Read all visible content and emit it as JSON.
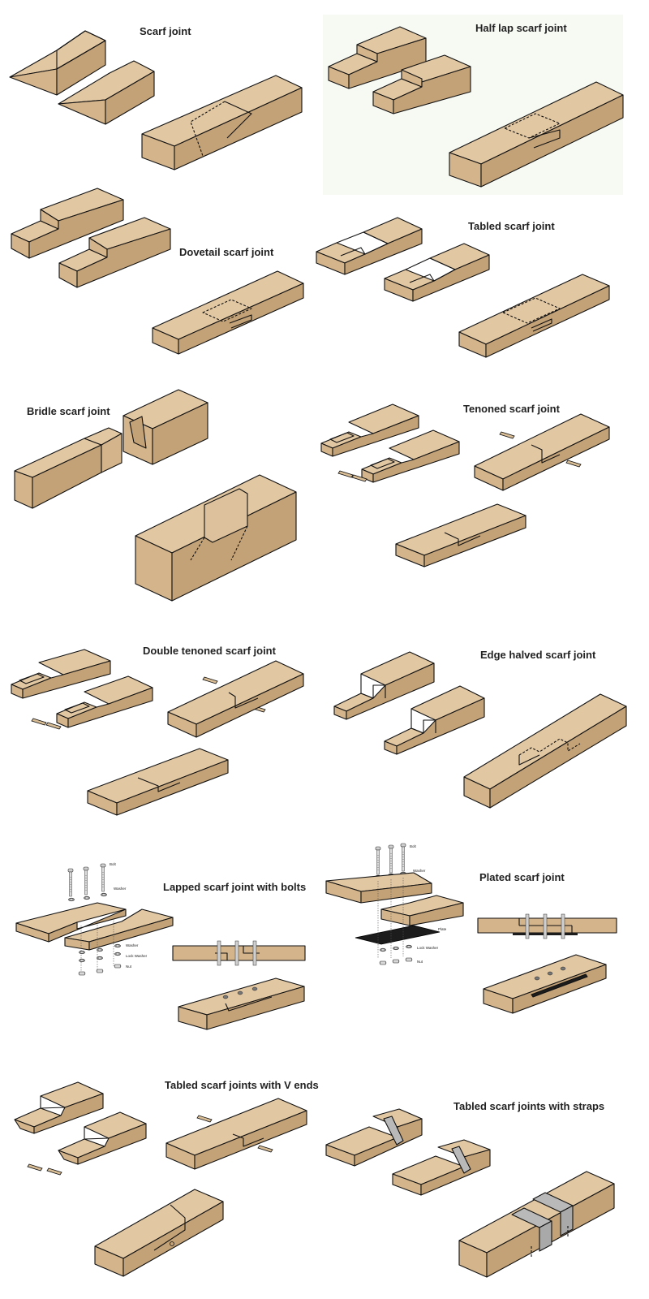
{
  "colors": {
    "wood_top": "#e2c7a3",
    "wood_front": "#d3b48b",
    "wood_side": "#c4a277",
    "strap": "#b9b9b9",
    "plate": "#1c1c1c",
    "outline": "#111111"
  },
  "titles": {
    "scarf": "Scarf joint",
    "half_lap": "Half lap scarf joint",
    "dovetail": "Dovetail scarf joint",
    "tabled": "Tabled scarf joint",
    "bridle": "Bridle scarf joint",
    "tenoned": "Tenoned scarf joint",
    "double_tenoned": "Double tenoned scarf joint",
    "edge_halved": "Edge halved scarf joint",
    "lapped_bolts": "Lapped scarf joint with bolts",
    "plated": "Plated scarf joint",
    "tabled_v": "Tabled scarf joints with V ends",
    "tabled_straps": "Tabled scarf joints with straps"
  },
  "labels": {
    "lapped": {
      "bolt": "Bolt",
      "washer_top": "Washer",
      "washer_bottom": "Washer",
      "lock_washer": "Lock Washer",
      "nut": "Nut"
    },
    "plated": {
      "bolt": "Bolt",
      "washer": "Washer",
      "plate": "Plate",
      "lock_washer": "Lock Washer",
      "nut": "Nut"
    }
  }
}
